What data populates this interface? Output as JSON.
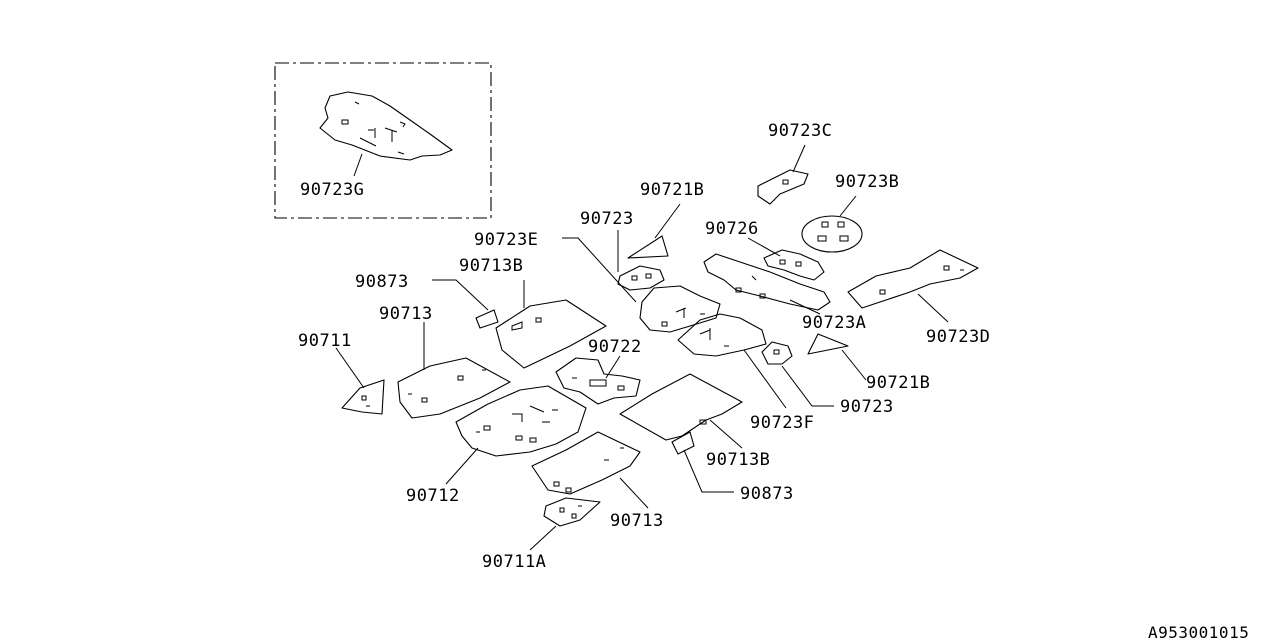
{
  "diagram": {
    "catalog_code": "A953001015",
    "labels": {
      "p90723G": "90723G",
      "p90723C": "90723C",
      "p90723B": "90723B",
      "p90721B_top": "90721B",
      "p90723_top": "90723",
      "p90726": "90726",
      "p90723E": "90723E",
      "p90873_top": "90873",
      "p90713B_top": "90713B",
      "p90713_left": "90713",
      "p90711": "90711",
      "p90722": "90722",
      "p90723A": "90723A",
      "p90723D": "90723D",
      "p90721B_right": "90721B",
      "p90723_right": "90723",
      "p90723F": "90723F",
      "p90713B_bottom": "90713B",
      "p90873_bottom": "90873",
      "p90712": "90712",
      "p90713_bottom": "90713",
      "p90711A": "90711A"
    }
  }
}
